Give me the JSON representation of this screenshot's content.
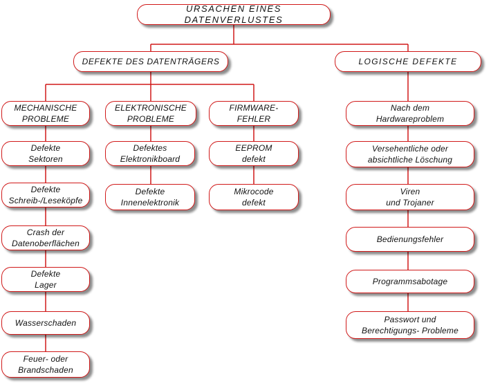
{
  "diagram": {
    "root": "URSACHEN EINES DATENVERLUSTES",
    "branches": {
      "media": {
        "label": "DEFEKTE DES DATENTRÄGERS",
        "mechanical": {
          "label": "MECHANISCHE\nPROBLEME",
          "items": [
            "Defekte\nSektoren",
            "Defekte\nSchreib-/Leseköpfe",
            "Crash der\nDatenoberflächen",
            "Defekte\nLager",
            "Wasserschaden",
            "Feuer- oder\nBrandschaden"
          ]
        },
        "electronic": {
          "label": "ELEKTRONISCHE\nPROBLEME",
          "items": [
            "Defektes\nElektronikboard",
            "Defekte\nInnenelektronik"
          ]
        },
        "firmware": {
          "label": "FIRMWARE-\nFEHLER",
          "items": [
            "EEPROM\ndefekt",
            "Mikrocode\ndefekt"
          ]
        }
      },
      "logical": {
        "label": "LOGISCHE DEFEKTE",
        "items": [
          "Nach dem\nHardwareproblem",
          "Versehentliche oder\nabsichtliche Löschung",
          "Viren\nund Trojaner",
          "Bedienungsfehler",
          "Programmsabotage",
          "Passwort und\nBerechtigungs- Probleme"
        ]
      }
    },
    "colors": {
      "border": "#d01818",
      "connector": "#d01818",
      "text": "#111111",
      "background": "#ffffff"
    }
  }
}
